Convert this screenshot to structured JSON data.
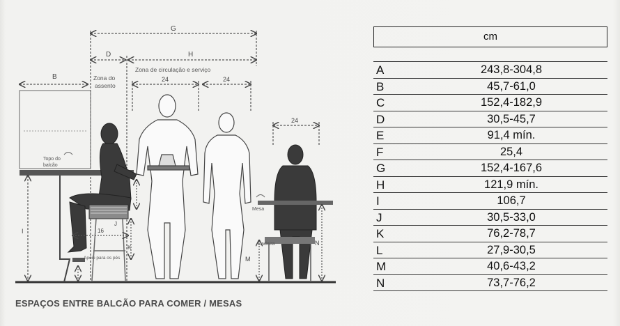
{
  "caption": "ESPAÇOS ENTRE BALCÃO PARA COMER / MESAS",
  "table": {
    "unit_header": "cm",
    "rows": [
      {
        "key": "A",
        "value": "243,8-304,8"
      },
      {
        "key": "B",
        "value": "45,7-61,0"
      },
      {
        "key": "C",
        "value": "152,4-182,9"
      },
      {
        "key": "D",
        "value": "30,5-45,7"
      },
      {
        "key": "E",
        "value": "91,4 mín."
      },
      {
        "key": "F",
        "value": "25,4"
      },
      {
        "key": "G",
        "value": "152,4-167,6"
      },
      {
        "key": "H",
        "value": "121,9 mín."
      },
      {
        "key": "I",
        "value": "106,7"
      },
      {
        "key": "J",
        "value": "30,5-33,0"
      },
      {
        "key": "K",
        "value": "76,2-78,7"
      },
      {
        "key": "L",
        "value": "27,9-30,5"
      },
      {
        "key": "M",
        "value": "40,6-43,2"
      },
      {
        "key": "N",
        "value": "73,7-76,2"
      }
    ]
  },
  "drawing": {
    "dim_G": "G",
    "dim_D": "D",
    "dim_H": "H",
    "dim_B": "B",
    "zone_seat_1": "Zona do",
    "zone_seat_2": "assento",
    "zone_circulation": "Zona de circulação e serviço",
    "dim_24_a": "24",
    "dim_24_b": "24",
    "dim_24_c": "24",
    "counter_top_1": "Topo do",
    "counter_top_2": "balcão",
    "dim_I": "I",
    "dim_J": "J",
    "dim_K": "K",
    "dim_16": "16",
    "dim_M": "M",
    "dim_N": "N",
    "label_mesa": "Mesa",
    "label_cadeira": "Cadeira",
    "label_footrest": "Apoio para os pés"
  }
}
